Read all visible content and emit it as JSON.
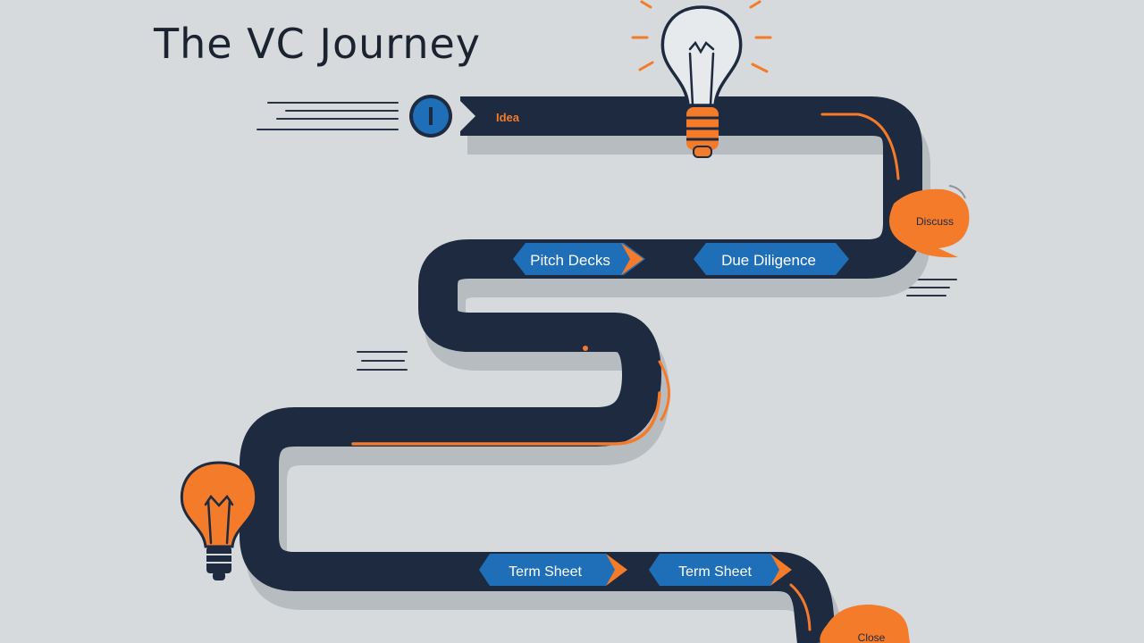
{
  "title": "The VC Journey",
  "colors": {
    "background": "#d6dadc",
    "road": "#1e2a3f",
    "accent_orange": "#f47b2a",
    "accent_blue": "#1f6fb8",
    "text_dark": "#1b2330"
  },
  "start_marker": {
    "label": "Idea"
  },
  "milestones": [
    {
      "label": "Pitch Decks"
    },
    {
      "label": "Due Diligence"
    },
    {
      "label": "Term Sheet"
    },
    {
      "label": "Term Sheet"
    }
  ],
  "bubbles": [
    {
      "label": "Discuss"
    },
    {
      "label": "Close"
    }
  ],
  "icons": [
    "lightbulb-icon",
    "lightbulb-icon",
    "info-icon",
    "chevron-right-icon"
  ]
}
